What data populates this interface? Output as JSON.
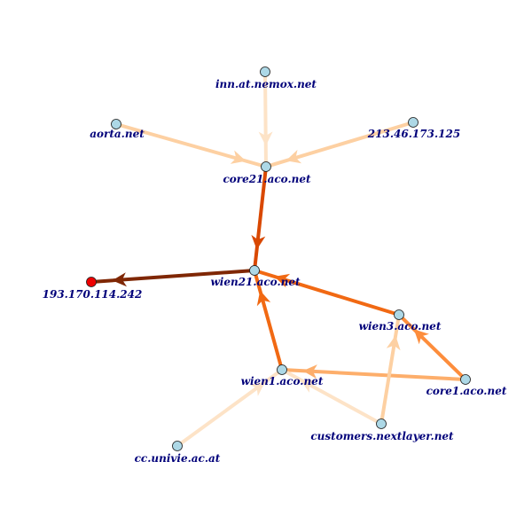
{
  "nodes": [
    {
      "id": "inn",
      "label": "inn.at.nemox.net",
      "fill": "#add8e6"
    },
    {
      "id": "aorta",
      "label": "aorta.net",
      "fill": "#add8e6"
    },
    {
      "id": "ip213",
      "label": "213.46.173.125",
      "fill": "#add8e6"
    },
    {
      "id": "core21",
      "label": "core21.aco.net",
      "fill": "#add8e6"
    },
    {
      "id": "wien21",
      "label": "wien21.aco.net",
      "fill": "#add8e6"
    },
    {
      "id": "ip193",
      "label": "193.170.114.242",
      "fill": "#ee0000"
    },
    {
      "id": "wien3",
      "label": "wien3.aco.net",
      "fill": "#add8e6"
    },
    {
      "id": "wien1",
      "label": "wien1.aco.net",
      "fill": "#add8e6"
    },
    {
      "id": "core1",
      "label": "core1.aco.net",
      "fill": "#add8e6"
    },
    {
      "id": "customers",
      "label": "customers.nextlayer.net",
      "fill": "#add8e6"
    },
    {
      "id": "cc",
      "label": "cc.univie.ac.at",
      "fill": "#add8e6"
    }
  ],
  "edges": [
    {
      "from": "inn",
      "to": "core21",
      "color": "#fde3c7"
    },
    {
      "from": "aorta",
      "to": "core21",
      "color": "#fdd0a2"
    },
    {
      "from": "ip213",
      "to": "core21",
      "color": "#fdd0a2"
    },
    {
      "from": "core21",
      "to": "wien21",
      "color": "#d94801"
    },
    {
      "from": "wien21",
      "to": "ip193",
      "color": "#7f2704"
    },
    {
      "from": "wien3",
      "to": "wien21",
      "color": "#f16913"
    },
    {
      "from": "wien1",
      "to": "wien21",
      "color": "#f16913"
    },
    {
      "from": "core1",
      "to": "wien3",
      "color": "#fd8d3c"
    },
    {
      "from": "core1",
      "to": "wien1",
      "color": "#fdae6b"
    },
    {
      "from": "customers",
      "to": "wien3",
      "color": "#fdd0a2"
    },
    {
      "from": "customers",
      "to": "wien1",
      "color": "#fde3c7"
    },
    {
      "from": "cc",
      "to": "wien1",
      "color": "#fde3c7"
    }
  ]
}
